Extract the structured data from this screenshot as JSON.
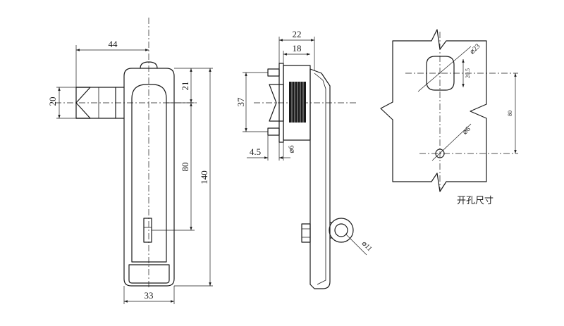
{
  "front_view": {
    "dim_handle_width": "33",
    "dim_overall_height": "140",
    "dim_hole_spacing": "80",
    "dim_top_offset": "21",
    "dim_key_offset": "44",
    "dim_key_height": "20"
  },
  "side_view": {
    "dim_depth_total": "22",
    "dim_depth_inner": "18",
    "dim_body_height": "37",
    "dim_flange": "4.5",
    "dim_stud_dia": "⌀6",
    "dim_ring_dia": "⌀11"
  },
  "cutout_view": {
    "dim_square_hole": "⌀23",
    "dim_square_inner": "20.5",
    "dim_hole_spacing": "80",
    "dim_small_hole": "⌀6",
    "caption": "开孔尺寸"
  }
}
